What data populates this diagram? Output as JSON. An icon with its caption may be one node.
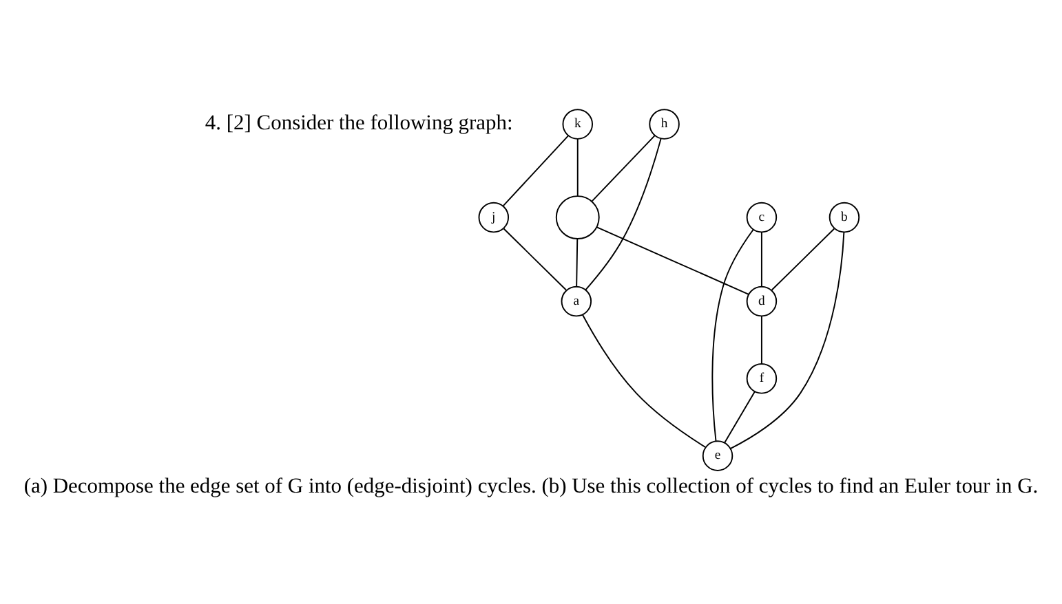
{
  "diagram": {
    "title": "4. [2] Consider the following graph:",
    "caption": "(a) Decompose the edge set of G into (edge-disjoint) cycles. (b) Use this collection of cycles to find an Euler tour in G.",
    "nodes": [
      {
        "text": [
          "j"
        ]
      },
      {
        "text": [
          "k"
        ]
      },
      {
        "text": [
          "h"
        ]
      },
      {
        "text": [
          "a"
        ]
      },
      {
        "text": [],
        "shape": "circle"
      },
      {
        "text": [
          "c"
        ]
      },
      {
        "text": [
          "e"
        ]
      },
      {
        "text": [
          "b"
        ]
      },
      {
        "text": [
          "d"
        ]
      },
      {
        "text": [
          "f"
        ]
      }
    ],
    "edges": [
      {
        "from": 1,
        "to": 0,
        "arrow": "none"
      },
      {
        "from": 0,
        "to": 3,
        "arrow": "none"
      },
      {
        "from": 2,
        "to": 3,
        "arrow": "none"
      },
      {
        "from": 1,
        "to": 4,
        "arrow": "none"
      },
      {
        "from": 2,
        "to": 4,
        "arrow": "none"
      },
      {
        "from": 4,
        "to": 3,
        "arrow": "none"
      },
      {
        "from": 3,
        "to": 6,
        "arrow": "none"
      },
      {
        "from": 4,
        "to": 8,
        "arrow": "none"
      },
      {
        "from": 5,
        "to": 6,
        "arrow": "none"
      },
      {
        "from": 5,
        "to": 8,
        "arrow": "none"
      },
      {
        "from": 7,
        "to": 6,
        "arrow": "none"
      },
      {
        "from": 7,
        "to": 8,
        "arrow": "none"
      },
      {
        "from": 8,
        "to": 9,
        "arrow": "none"
      },
      {
        "from": 9,
        "to": 6,
        "arrow": "none"
      }
    ]
  }
}
